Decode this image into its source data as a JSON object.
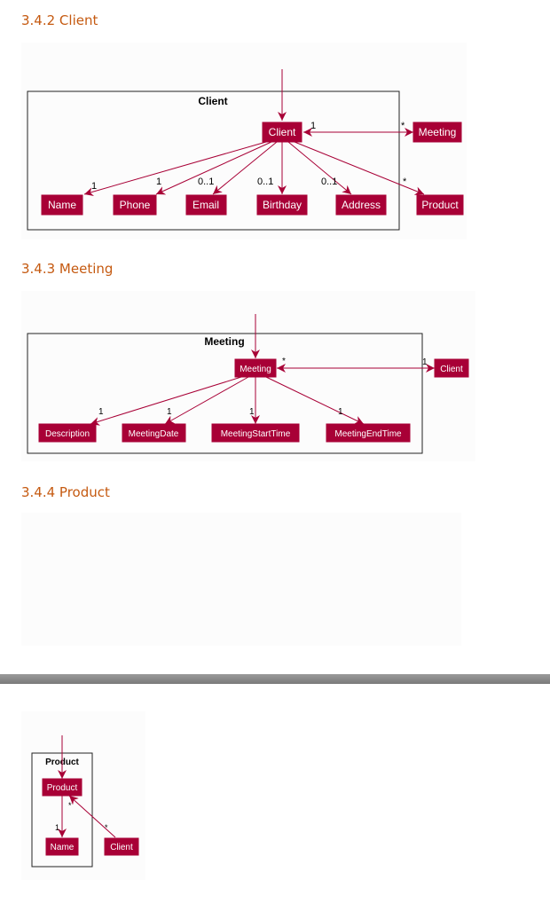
{
  "sections": {
    "client": {
      "heading": "3.4.2 Client",
      "frame_title": "Client",
      "nodes": {
        "client": "Client",
        "meeting": "Meeting",
        "name": "Name",
        "phone": "Phone",
        "email": "Email",
        "birthday": "Birthday",
        "address": "Address",
        "product": "Product"
      },
      "multiplicities": {
        "client_meeting_near": "1",
        "client_meeting_far": "*",
        "name": "1",
        "phone": "1",
        "email": "0..1",
        "birthday": "0..1",
        "address": "0..1",
        "product": "*"
      }
    },
    "meeting": {
      "heading": "3.4.3 Meeting",
      "frame_title": "Meeting",
      "nodes": {
        "meeting": "Meeting",
        "client": "Client",
        "description": "Description",
        "meeting_date": "MeetingDate",
        "meeting_start_time": "MeetingStartTime",
        "meeting_end_time": "MeetingEndTime"
      },
      "multiplicities": {
        "meeting_client_near": "*",
        "meeting_client_far": "1",
        "description": "1",
        "meeting_date": "1",
        "meeting_start_time": "1",
        "meeting_end_time": "1"
      }
    },
    "product": {
      "heading": "3.4.4 Product",
      "frame_title": "Product",
      "nodes": {
        "product": "Product",
        "name": "Name",
        "client": "Client"
      },
      "multiplicities": {
        "product_name_near": "*",
        "product_name_far": "1",
        "client": "*"
      }
    }
  },
  "colors": {
    "heading": "#c55a11",
    "node": "#a80036",
    "edge": "#a80036"
  }
}
